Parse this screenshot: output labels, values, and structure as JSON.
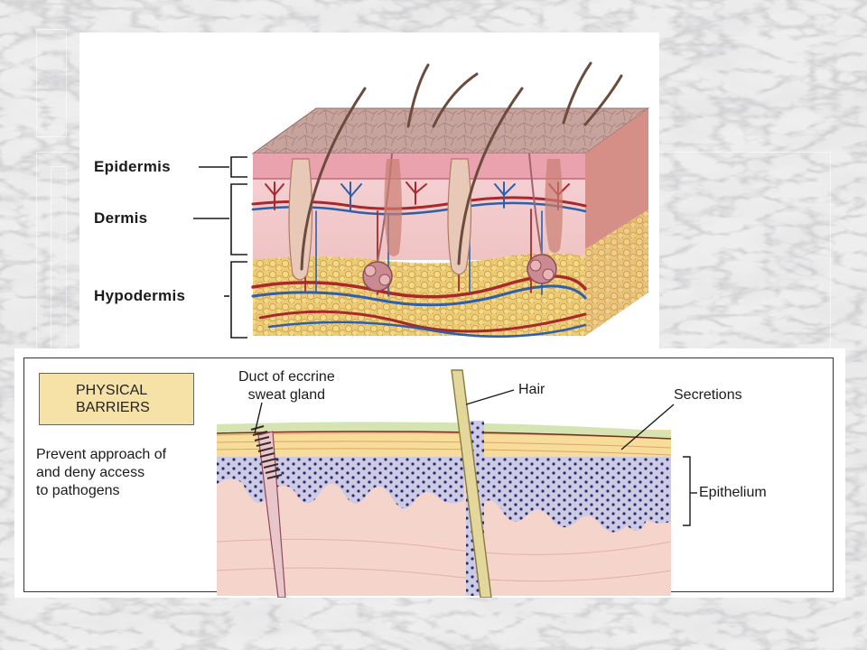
{
  "skin_diagram": {
    "labels": {
      "epidermis": "Epidermis",
      "dermis": "Dermis",
      "hypodermis": "Hypodermis"
    }
  },
  "barrier_diagram": {
    "box_title_line1": "PHYSICAL",
    "box_title_line2": "BARRIERS",
    "description_lines": [
      "Prevent approach of",
      "and deny access",
      "to pathogens"
    ],
    "duct_label_line1": "Duct of eccrine",
    "duct_label_line2": "sweat gland",
    "hair_label": "Hair",
    "secretions_label": "Secretions",
    "epithelium_label": "Epithelium"
  },
  "colors": {
    "box_fill": "#f6e2a6",
    "epidermis_pink": "#e8a0ac",
    "dermis_pink": "#f2c9c6",
    "fat_yellow": "#e9c36a",
    "vessel_red": "#a8282c",
    "vessel_blue": "#2f5fa8",
    "epithelium_lavender": "#c9c6e2",
    "hair_tan": "#d9c890"
  }
}
